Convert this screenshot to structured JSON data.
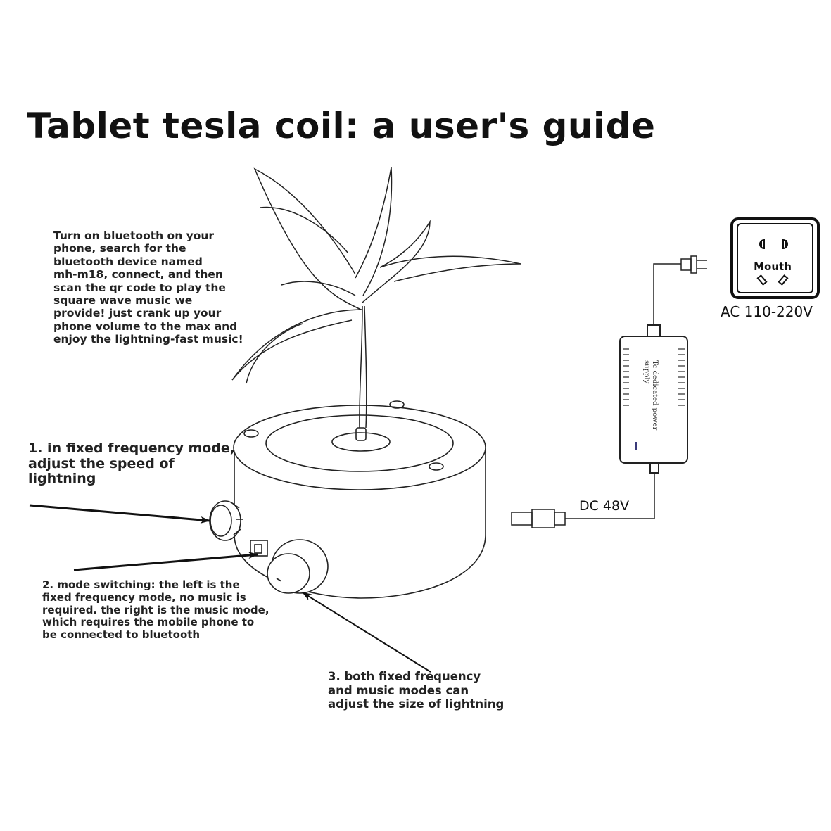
{
  "title": "Tablet tesla coil: a user's guide",
  "bluetooth_note": "Turn on bluetooth on your\nphone, search for the\nbluetooth device named\nmh-m18, connect, and then\nscan the qr code to play the\nsquare wave music we\nprovide! just crank up your\nphone volume to the max and\nenjoy the lightning-fast music!",
  "callout_1": "1. in fixed frequency mode,\nadjust the speed of\nlightning",
  "callout_2": "2. mode switching: the left is the\nfixed frequency mode, no music is\nrequired. the right is the music mode,\nwhich requires the mobile phone to\nbe connected to bluetooth",
  "callout_3": "3. both fixed frequency\nand music modes can\nadjust the size of lightning",
  "socket_label": "Mouth",
  "ac_label": "AC 110-220V",
  "dc_label": "DC 48V",
  "power_supply_label": "Tc dedicated power\nsupply"
}
